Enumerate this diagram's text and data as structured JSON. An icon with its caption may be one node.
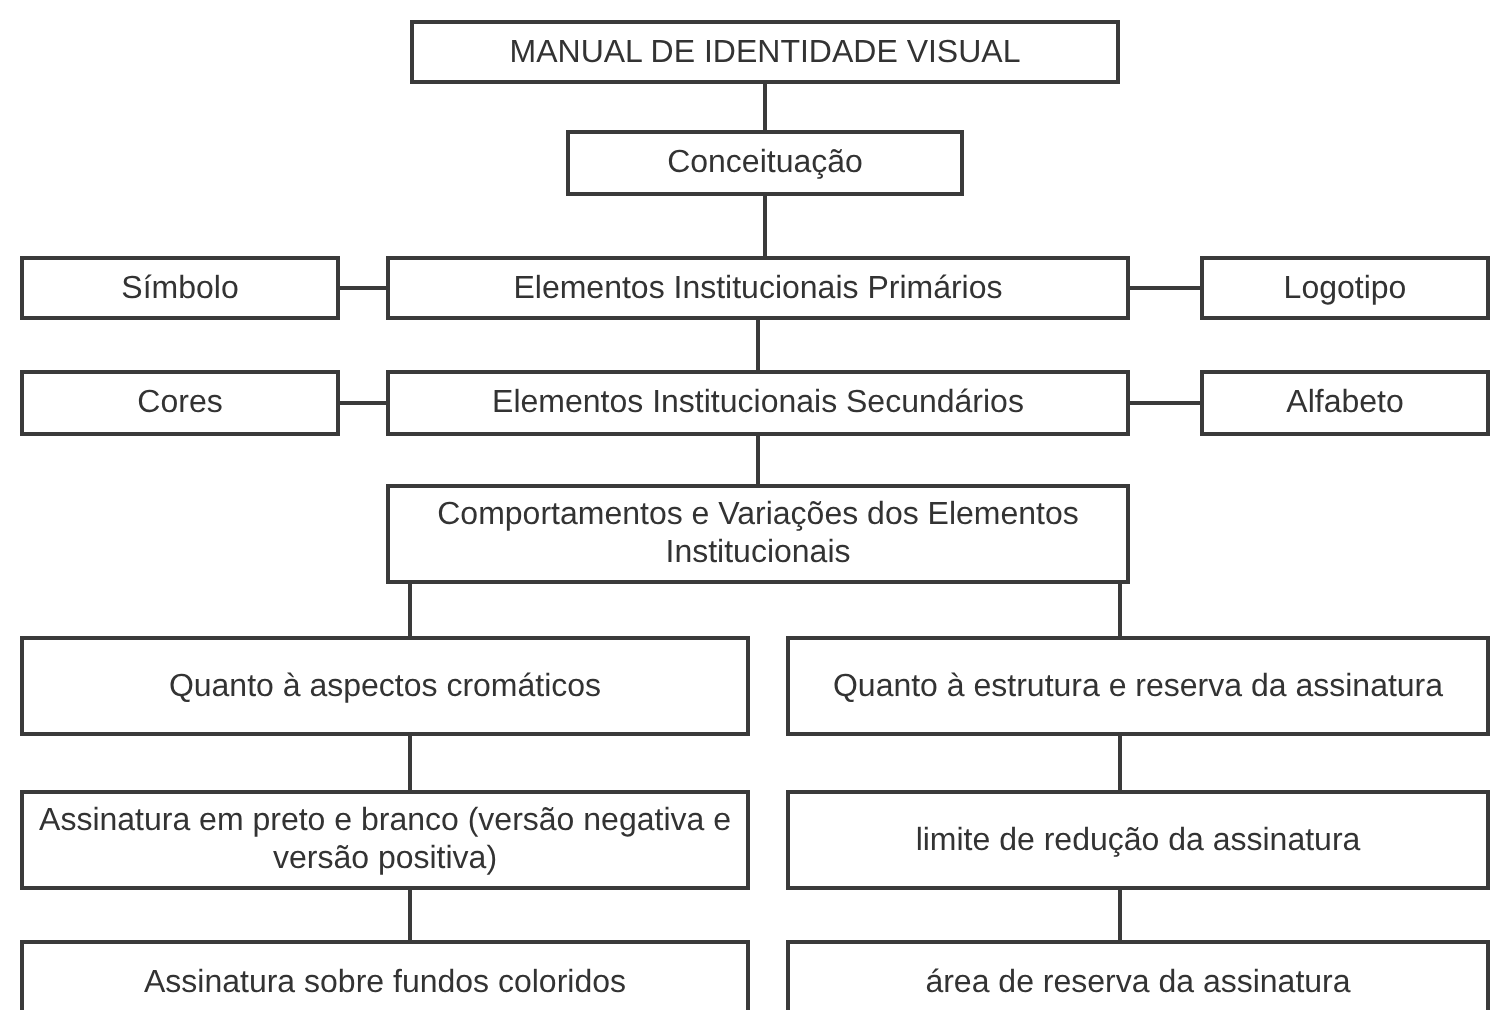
{
  "diagram": {
    "nodes": [
      {
        "text": [
          "MANUAL DE IDENTIDADE VISUAL"
        ]
      },
      {
        "text": [
          "Conceituação"
        ]
      },
      {
        "text": [
          "Símbolo"
        ]
      },
      {
        "text": [
          "Elementos Institucionais Primários"
        ]
      },
      {
        "text": [
          "Logotipo"
        ]
      },
      {
        "text": [
          "Cores"
        ]
      },
      {
        "text": [
          "Elementos Institucionais Secundários"
        ]
      },
      {
        "text": [
          "Alfabeto"
        ]
      },
      {
        "text": [
          "Comportamentos e Variações dos Elementos Institucionais"
        ]
      },
      {
        "text": [
          "Quanto à aspectos cromáticos"
        ]
      },
      {
        "text": [
          "Quanto à estrutura e reserva da assinatura"
        ]
      },
      {
        "text": [
          "Assinatura em preto e branco (versão negativa e versão positiva)"
        ]
      },
      {
        "text": [
          "limite de redução da assinatura"
        ]
      },
      {
        "text": [
          "Assinatura sobre fundos coloridos"
        ]
      },
      {
        "text": [
          "área de reserva da assinatura"
        ]
      }
    ],
    "edges": [
      {
        "from": 0,
        "to": 1,
        "arrow": "none"
      },
      {
        "from": 1,
        "to": 3,
        "arrow": "none"
      },
      {
        "from": 3,
        "to": 2,
        "arrow": "none"
      },
      {
        "from": 3,
        "to": 4,
        "arrow": "none"
      },
      {
        "from": 3,
        "to": 6,
        "arrow": "none"
      },
      {
        "from": 6,
        "to": 5,
        "arrow": "none"
      },
      {
        "from": 6,
        "to": 7,
        "arrow": "none"
      },
      {
        "from": 6,
        "to": 8,
        "arrow": "none"
      },
      {
        "from": 8,
        "to": 9,
        "arrow": "none"
      },
      {
        "from": 8,
        "to": 10,
        "arrow": "none"
      },
      {
        "from": 9,
        "to": 11,
        "arrow": "none"
      },
      {
        "from": 10,
        "to": 12,
        "arrow": "none"
      },
      {
        "from": 11,
        "to": 13,
        "arrow": "none"
      },
      {
        "from": 12,
        "to": 14,
        "arrow": "none"
      }
    ]
  }
}
